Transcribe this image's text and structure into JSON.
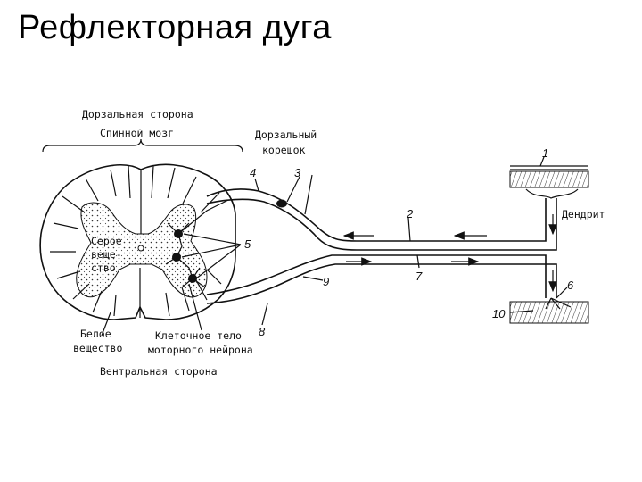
{
  "title": "Рефлекторная дуга",
  "labels": {
    "dorsal_side": "Дорзальная сторона",
    "spinal_cord": "Спинной мозг",
    "dorsal_root_1": "Дорзальный",
    "dorsal_root_2": "корешок",
    "dendrite": "Дендрит",
    "gray_matter_1": "Серое",
    "gray_matter_2": "веще-",
    "gray_matter_3": "ство",
    "white_matter_1": "Белое",
    "white_matter_2": "вещество",
    "cell_body_1": "Клеточное тело",
    "cell_body_2": "моторного нейрона",
    "ventral_side": "Вентральная сторона"
  },
  "numbers": {
    "n1": "1",
    "n2": "2",
    "n3": "3",
    "n4": "4",
    "n5": "5",
    "n6": "6",
    "n7": "7",
    "n8": "8",
    "n9": "9",
    "n10": "10"
  }
}
